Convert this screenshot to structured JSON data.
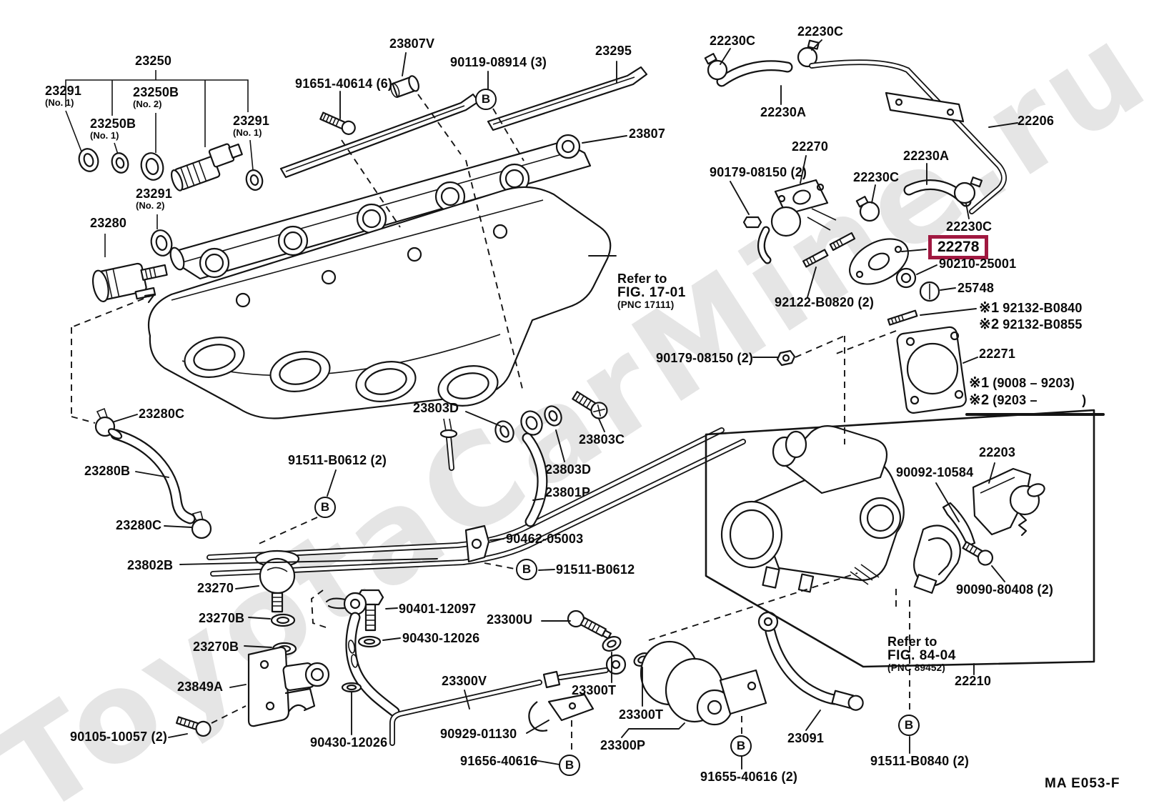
{
  "watermark": "ToyotaCarMine.ru",
  "doc_code": "MA E053-F",
  "highlight": {
    "part_number": "22278",
    "box_color": "#A01840"
  },
  "markers": {
    "letter": "B"
  },
  "notes": {
    "fig1": {
      "line1": "Refer to",
      "line2": "FIG. 17-01",
      "line3": "(PNC 17111)"
    },
    "fig2": {
      "line1": "Refer to",
      "line2": "FIG. 84-04",
      "line3": "(PNC 89452)"
    },
    "alt1": {
      "prefix": "※1",
      "text": "92132-B0840"
    },
    "alt2": {
      "prefix": "※2",
      "text": "92132-B0855"
    },
    "range1": {
      "prefix": "※1",
      "text": "(9008 – 9203)"
    },
    "range2": {
      "prefix": "※2",
      "text": "(9203 –            )"
    }
  },
  "labels": [
    {
      "text": "23250"
    },
    {
      "text": "23291",
      "sub": "(No. 1)"
    },
    {
      "text": "23250B",
      "sub": "(No. 2)"
    },
    {
      "text": "23250B",
      "sub": "(No. 1)"
    },
    {
      "text": "23291",
      "sub": "(No. 1)"
    },
    {
      "text": "23291",
      "sub": "(No. 2)"
    },
    {
      "text": "23280"
    },
    {
      "text": "23807V"
    },
    {
      "text": "91651-40614 (6)"
    },
    {
      "text": "90119-08914 (3)"
    },
    {
      "text": "23295"
    },
    {
      "text": "23807"
    },
    {
      "text": "22230C"
    },
    {
      "text": "22230C"
    },
    {
      "text": "22230A"
    },
    {
      "text": "22206"
    },
    {
      "text": "22270"
    },
    {
      "text": "90179-08150 (2)"
    },
    {
      "text": "22230C"
    },
    {
      "text": "22230A"
    },
    {
      "text": "22230C"
    },
    {
      "text": "90210-25001"
    },
    {
      "text": "25748"
    },
    {
      "text": "92122-B0820 (2)"
    },
    {
      "text": "90179-08150 (2)"
    },
    {
      "text": "22271"
    },
    {
      "text": "23803D"
    },
    {
      "text": "23803C"
    },
    {
      "text": "23803D"
    },
    {
      "text": "91511-B0612 (2)"
    },
    {
      "text": "23801P"
    },
    {
      "text": "90462-05003"
    },
    {
      "text": "91511-B0612"
    },
    {
      "text": "23280C"
    },
    {
      "text": "23280B"
    },
    {
      "text": "23280C"
    },
    {
      "text": "23802B"
    },
    {
      "text": "23270"
    },
    {
      "text": "23270B"
    },
    {
      "text": "23270B"
    },
    {
      "text": "23849A"
    },
    {
      "text": "90105-10057 (2)"
    },
    {
      "text": "90401-12097"
    },
    {
      "text": "23300U"
    },
    {
      "text": "90430-12026"
    },
    {
      "text": "23300V"
    },
    {
      "text": "90430-12026"
    },
    {
      "text": "90929-01130"
    },
    {
      "text": "23300T"
    },
    {
      "text": "23300T"
    },
    {
      "text": "23300P"
    },
    {
      "text": "91656-40616"
    },
    {
      "text": "23091"
    },
    {
      "text": "91655-40616 (2)"
    },
    {
      "text": "90092-10584"
    },
    {
      "text": "22203"
    },
    {
      "text": "90090-80408 (2)"
    },
    {
      "text": "22210"
    },
    {
      "text": "91511-B0840 (2)"
    }
  ]
}
